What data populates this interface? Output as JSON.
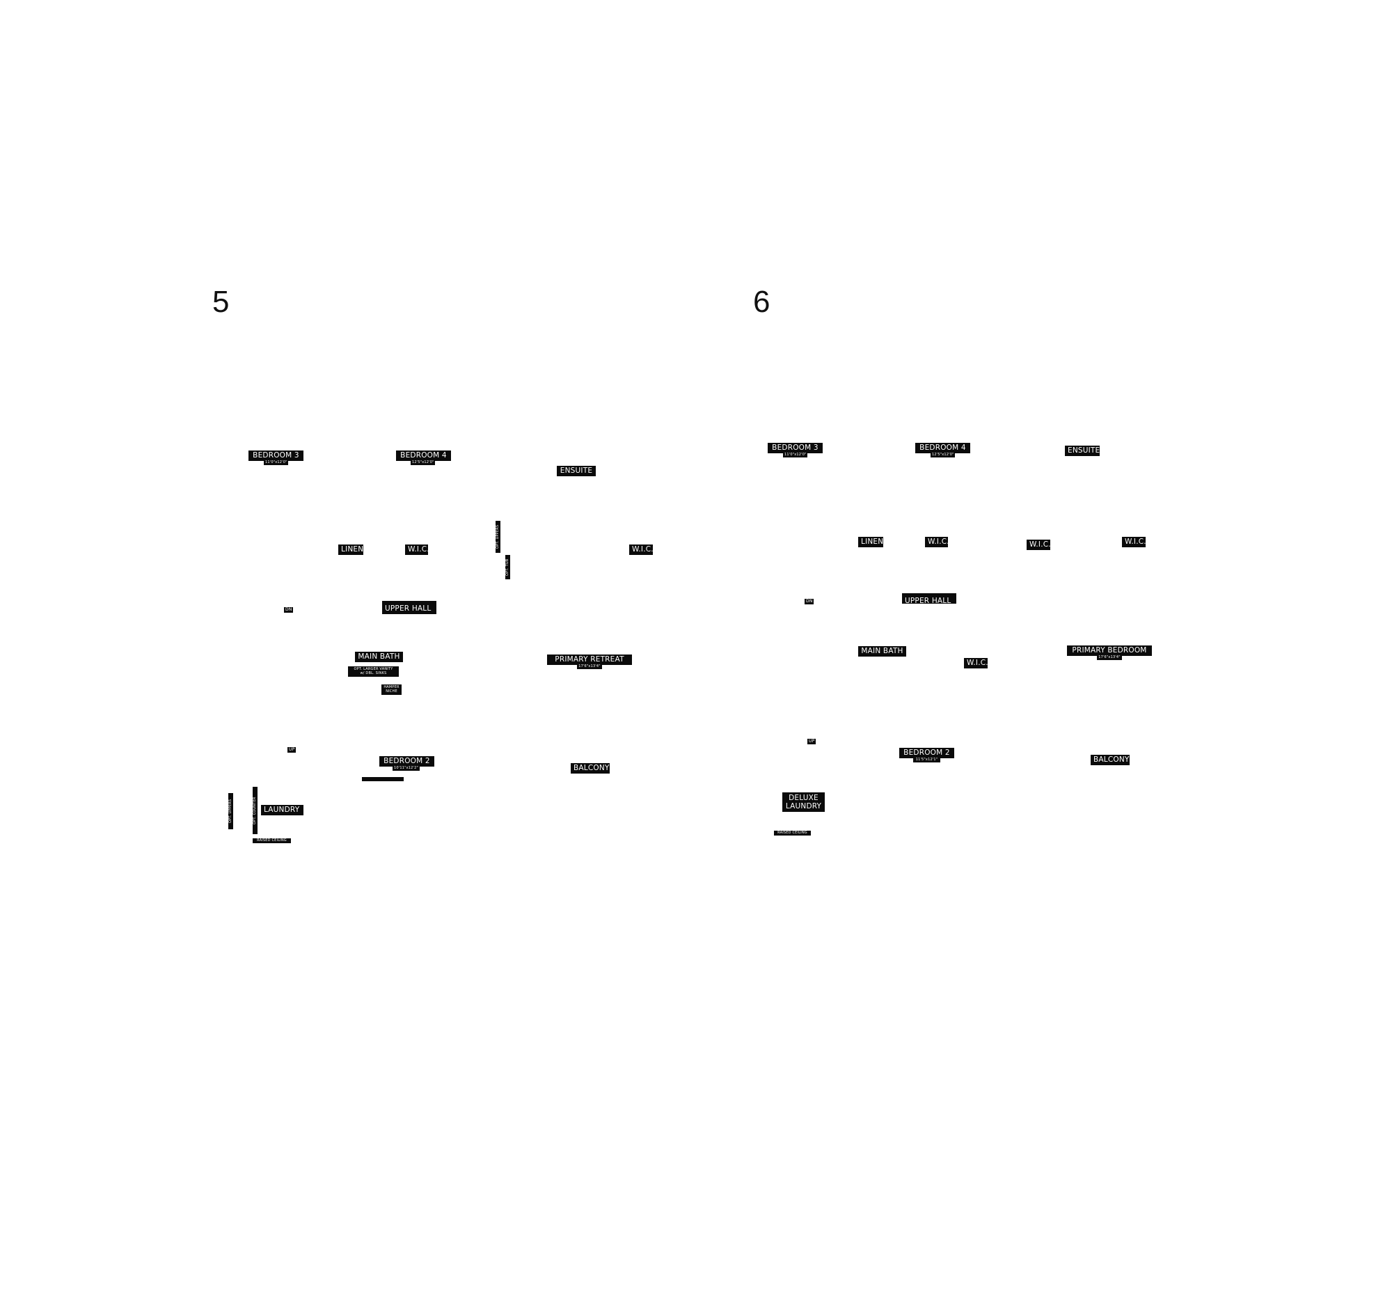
{
  "plan5": {
    "number": "5",
    "labels": {
      "bedroom3": "BEDROOM 3",
      "bedroom3_dim": "11'0\"x12'0\"",
      "bedroom4": "BEDROOM 4",
      "bedroom4_dim": "12'5\"x12'0\"",
      "ensuite": "ENSUITE",
      "linen": "LINEN",
      "wic_left": "W.I.C.",
      "wic_right": "W.I.C.",
      "opt_upper": "OPT. UPPERS",
      "opt_tub": "OPT. TUB",
      "dn": "DN",
      "upper_hall": "UPPER HALL",
      "main_bath": "MAIN BATH",
      "opt_vanity": "OPT. LARGER VANITY\nw/ DBL. SINKS",
      "hamper_niche": "HAMPER\nNICHE",
      "primary_retreat": "PRIMARY RETREAT",
      "primary_retreat_dim": "17'6\"x13'4\"",
      "up": "UP",
      "bedroom2": "BEDROOM 2",
      "bedroom2_dim": "10'11\"x12'2\"",
      "balcony": "BALCONY",
      "laundry": "LAUNDRY",
      "opt_uppers_vert": "OPT. UPPERS",
      "opt_counter_vert": "OPT. COUNTER",
      "raised_ceiling": "RAISED CEILING"
    }
  },
  "plan6": {
    "number": "6",
    "labels": {
      "bedroom3": "BEDROOM 3",
      "bedroom3_dim": "11'0\"x12'0\"",
      "bedroom4": "BEDROOM 4",
      "bedroom4_dim": "12'5\"x12'0\"",
      "ensuite": "ENSUITE",
      "linen": "LINEN",
      "wic_1": "W.I.C.",
      "wic_2": "W.I.C.",
      "wic_3": "W.I.C.",
      "dn": "DN",
      "upper_hall": "UPPER HALL",
      "main_bath": "MAIN BATH",
      "wic_4": "W.I.C.",
      "primary_bedroom": "PRIMARY BEDROOM",
      "primary_bedroom_dim": "17'6\"x13'4\"",
      "up": "UP",
      "bedroom2": "BEDROOM 2",
      "bedroom2_dim": "11'5\"x12'1\"",
      "balcony": "BALCONY",
      "deluxe_laundry": "DELUXE\nLAUNDRY",
      "raised_ceiling": "RAISED CEILING"
    }
  }
}
